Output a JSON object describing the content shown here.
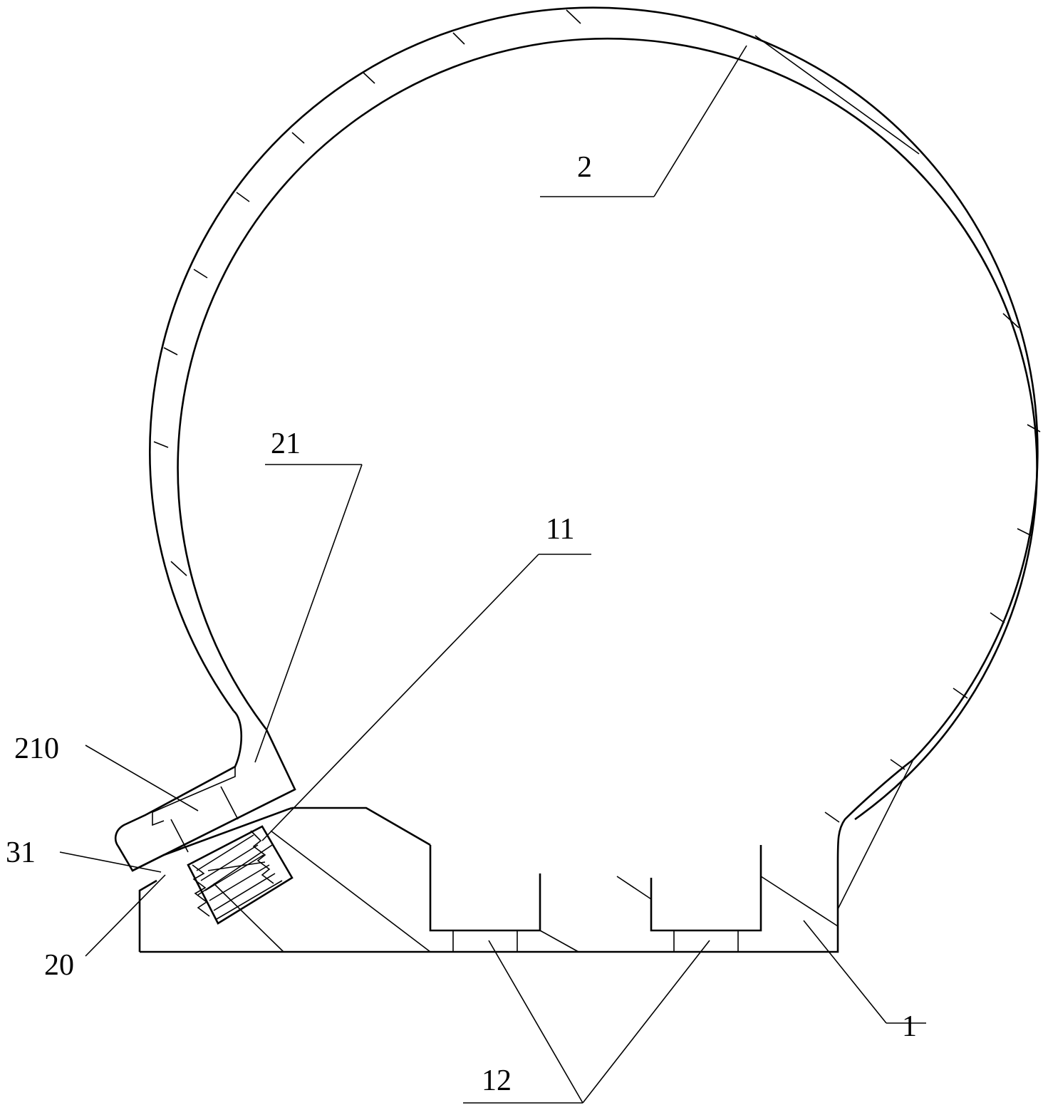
{
  "diagram": {
    "labels": {
      "l2": "2",
      "l21": "21",
      "l11": "11",
      "l210": "210",
      "l31": "31",
      "l20": "20",
      "l12": "12",
      "l1": "1"
    },
    "colors": {
      "stroke": "#000000",
      "background": "#ffffff"
    }
  }
}
